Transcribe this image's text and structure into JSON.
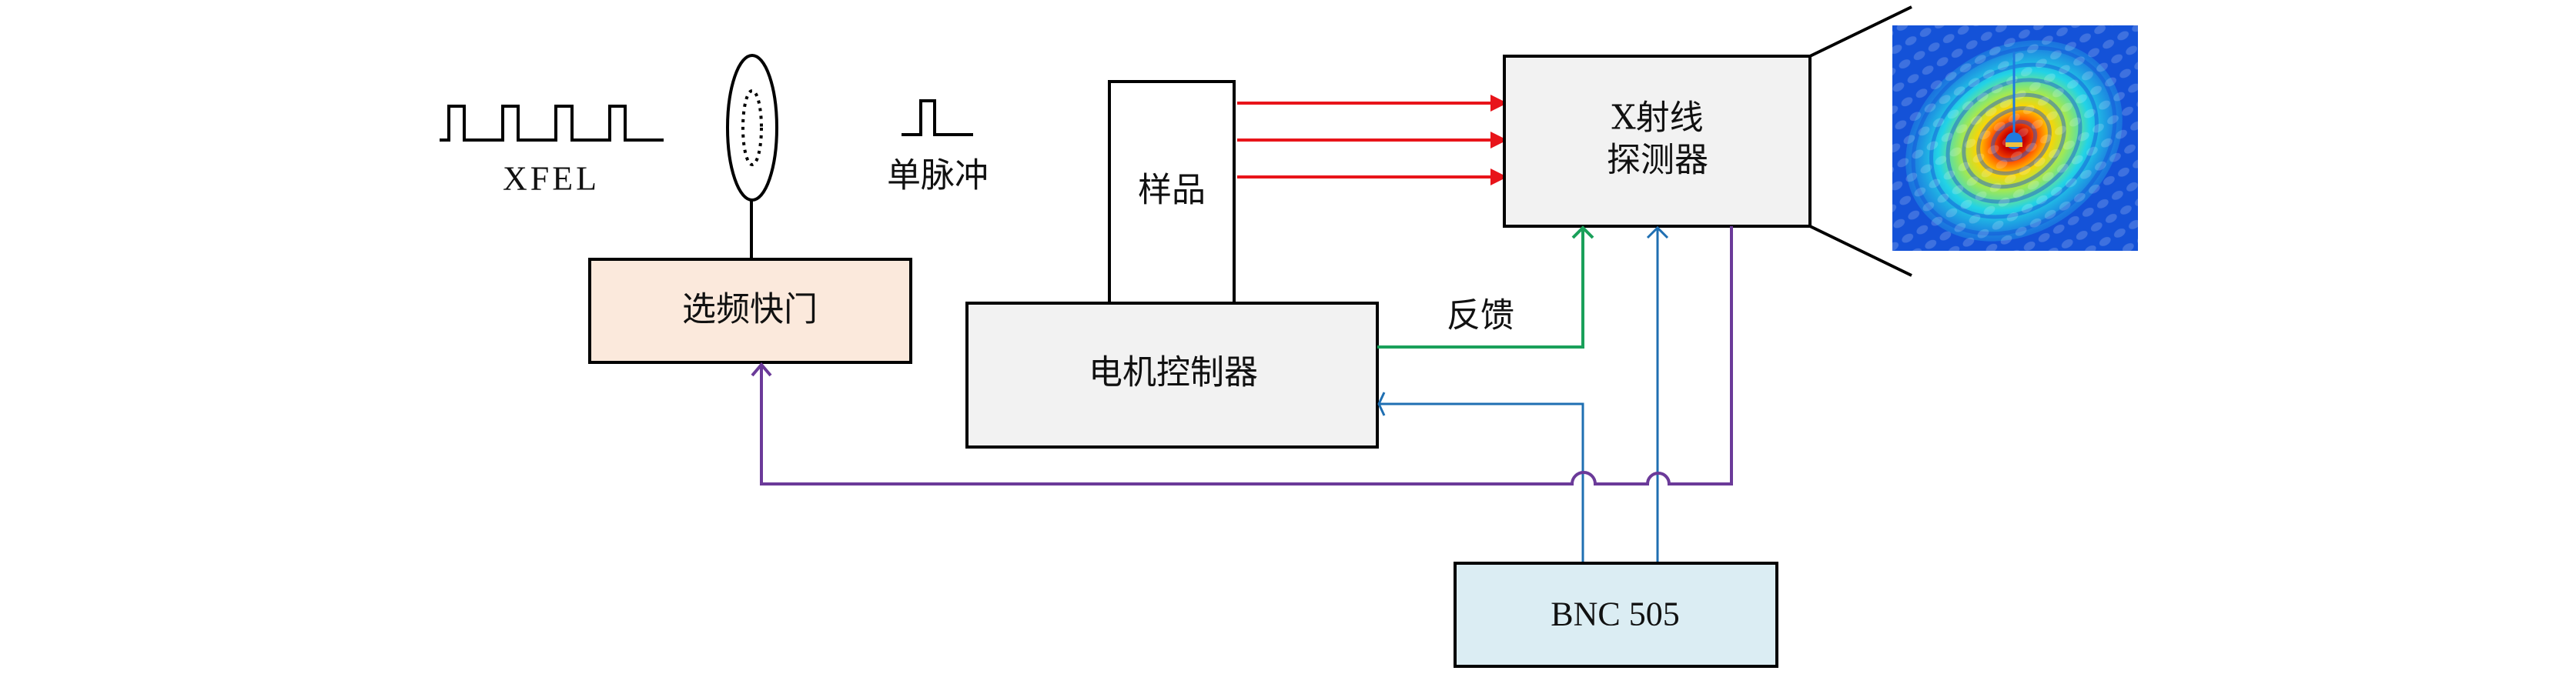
{
  "colors": {
    "beam": "#e8141a",
    "feedback": "#1aa05a",
    "trigger": "#1f6fb2",
    "gate": "#6b3a99",
    "shutter_fill": "#fbe9dc",
    "motor_fill": "#f2f2f2",
    "detector_fill": "#f2f2f2",
    "sample_fill": "#ffffff",
    "bnc_fill": "#dbedf3"
  },
  "labels": {
    "xfel": "XFEL",
    "single_pulse": "单脉冲",
    "shutter": "选频快门",
    "sample": "样品",
    "motor_controller": "电机控制器",
    "feedback": "反馈",
    "detector_line1": "X射线",
    "detector_line2": "探测器",
    "bnc": "BNC 505"
  },
  "xfel_pulse_train": {
    "pulse_count": 4
  },
  "single_pulse": {
    "pulse_count": 1
  },
  "beam_arrows": {
    "count": 3
  },
  "diffraction_image": {
    "description": "speckle diffraction pattern with central beam stop",
    "colormap": "jet"
  },
  "connections": [
    {
      "from": "motor_controller",
      "to": "detector",
      "label": "反馈",
      "color_key": "feedback"
    },
    {
      "from": "bnc",
      "to": "motor_controller",
      "color_key": "trigger"
    },
    {
      "from": "bnc",
      "to": "detector",
      "color_key": "trigger"
    },
    {
      "from": "detector",
      "to": "shutter",
      "color_key": "gate"
    }
  ]
}
